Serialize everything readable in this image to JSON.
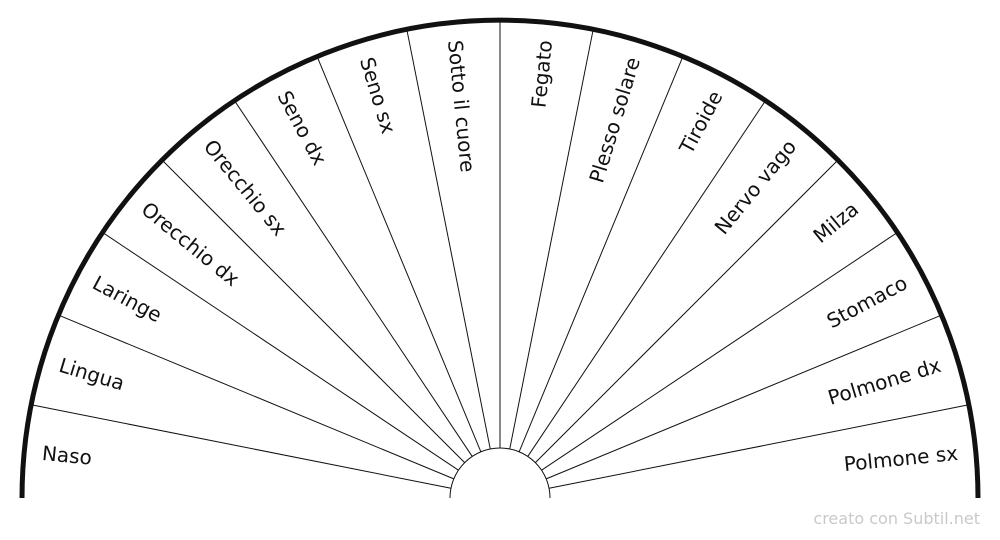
{
  "chart": {
    "segments": [
      {
        "label": "Naso"
      },
      {
        "label": "Lingua"
      },
      {
        "label": "Laringe"
      },
      {
        "label": "Orecchio dx"
      },
      {
        "label": "Orecchio sx"
      },
      {
        "label": "Seno dx"
      },
      {
        "label": "Seno sx"
      },
      {
        "label": "Sotto il cuore"
      },
      {
        "label": "Fegato"
      },
      {
        "label": "Plesso solare"
      },
      {
        "label": "Tiroide"
      },
      {
        "label": "Nervo vago"
      },
      {
        "label": "Milza"
      },
      {
        "label": "Stomaco"
      },
      {
        "label": "Polmone dx"
      },
      {
        "label": "Polmone sx"
      }
    ]
  },
  "footer": {
    "text": "creato con Subtil.net"
  },
  "colors": {
    "outline": "#111111",
    "footer": "#c9c9c9"
  }
}
